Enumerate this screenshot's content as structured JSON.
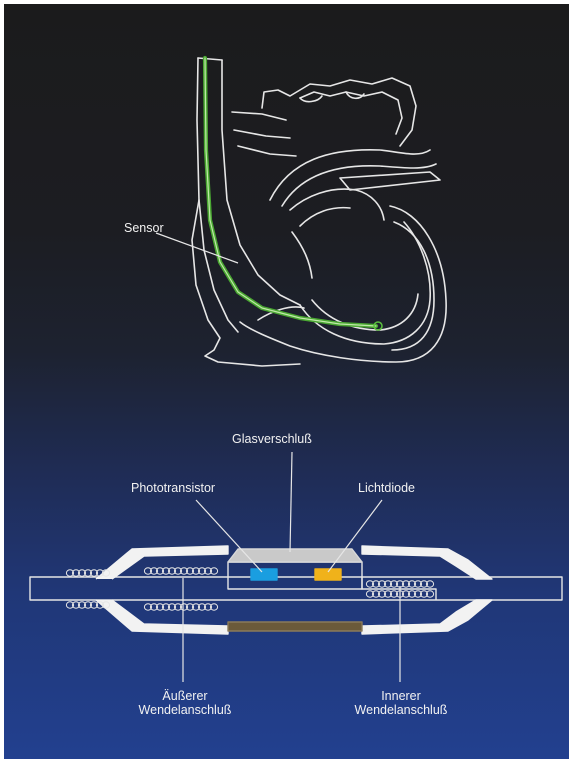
{
  "colors": {
    "outline": "#e6e6e6",
    "sensor_catheter": "#4aa832",
    "phototransistor": "#1a9ee0",
    "lichtdiode": "#f0b21a",
    "glass_cap": "#c9c9c9",
    "bottom_plate": "#6b5a3a"
  },
  "heart_diagram": {
    "sensor_label": "Sensor"
  },
  "sensor_diagram": {
    "glasverschluss_label": "Glasverschluß",
    "phototransistor_label": "Phototransistor",
    "lichtdiode_label": "Lichtdiode",
    "outer_coil_label_line1": "Äußerer",
    "outer_coil_label_line2": "Wendelanschluß",
    "inner_coil_label_line1": "Innerer",
    "inner_coil_label_line2": "Wendelanschluß"
  }
}
